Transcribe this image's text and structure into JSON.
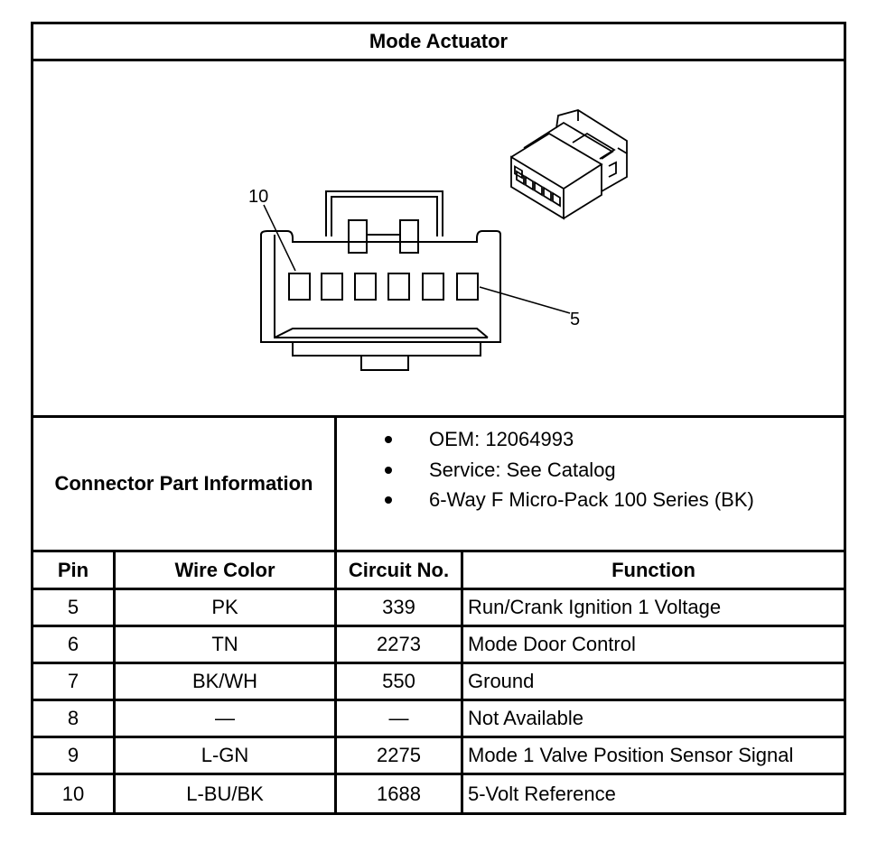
{
  "title": "Mode Actuator",
  "diagram": {
    "pin_labels": {
      "top_left": "10",
      "bottom_right": "5"
    }
  },
  "connector_info": {
    "label": "Connector Part Information",
    "items": [
      "OEM: 12064993",
      "Service: See Catalog",
      "6-Way F Micro-Pack 100 Series (BK)"
    ]
  },
  "table": {
    "headers": [
      "Pin",
      "Wire Color",
      "Circuit No.",
      "Function"
    ],
    "rows": [
      [
        "5",
        "PK",
        "339",
        "Run/Crank Ignition 1 Voltage"
      ],
      [
        "6",
        "TN",
        "2273",
        "Mode Door Control"
      ],
      [
        "7",
        "BK/WH",
        "550",
        "Ground"
      ],
      [
        "8",
        "—",
        "—",
        "Not Available"
      ],
      [
        "9",
        "L-GN",
        "2275",
        "Mode 1 Valve Position Sensor Signal"
      ],
      [
        "10",
        "L-BU/BK",
        "1688",
        "5-Volt Reference"
      ]
    ]
  }
}
